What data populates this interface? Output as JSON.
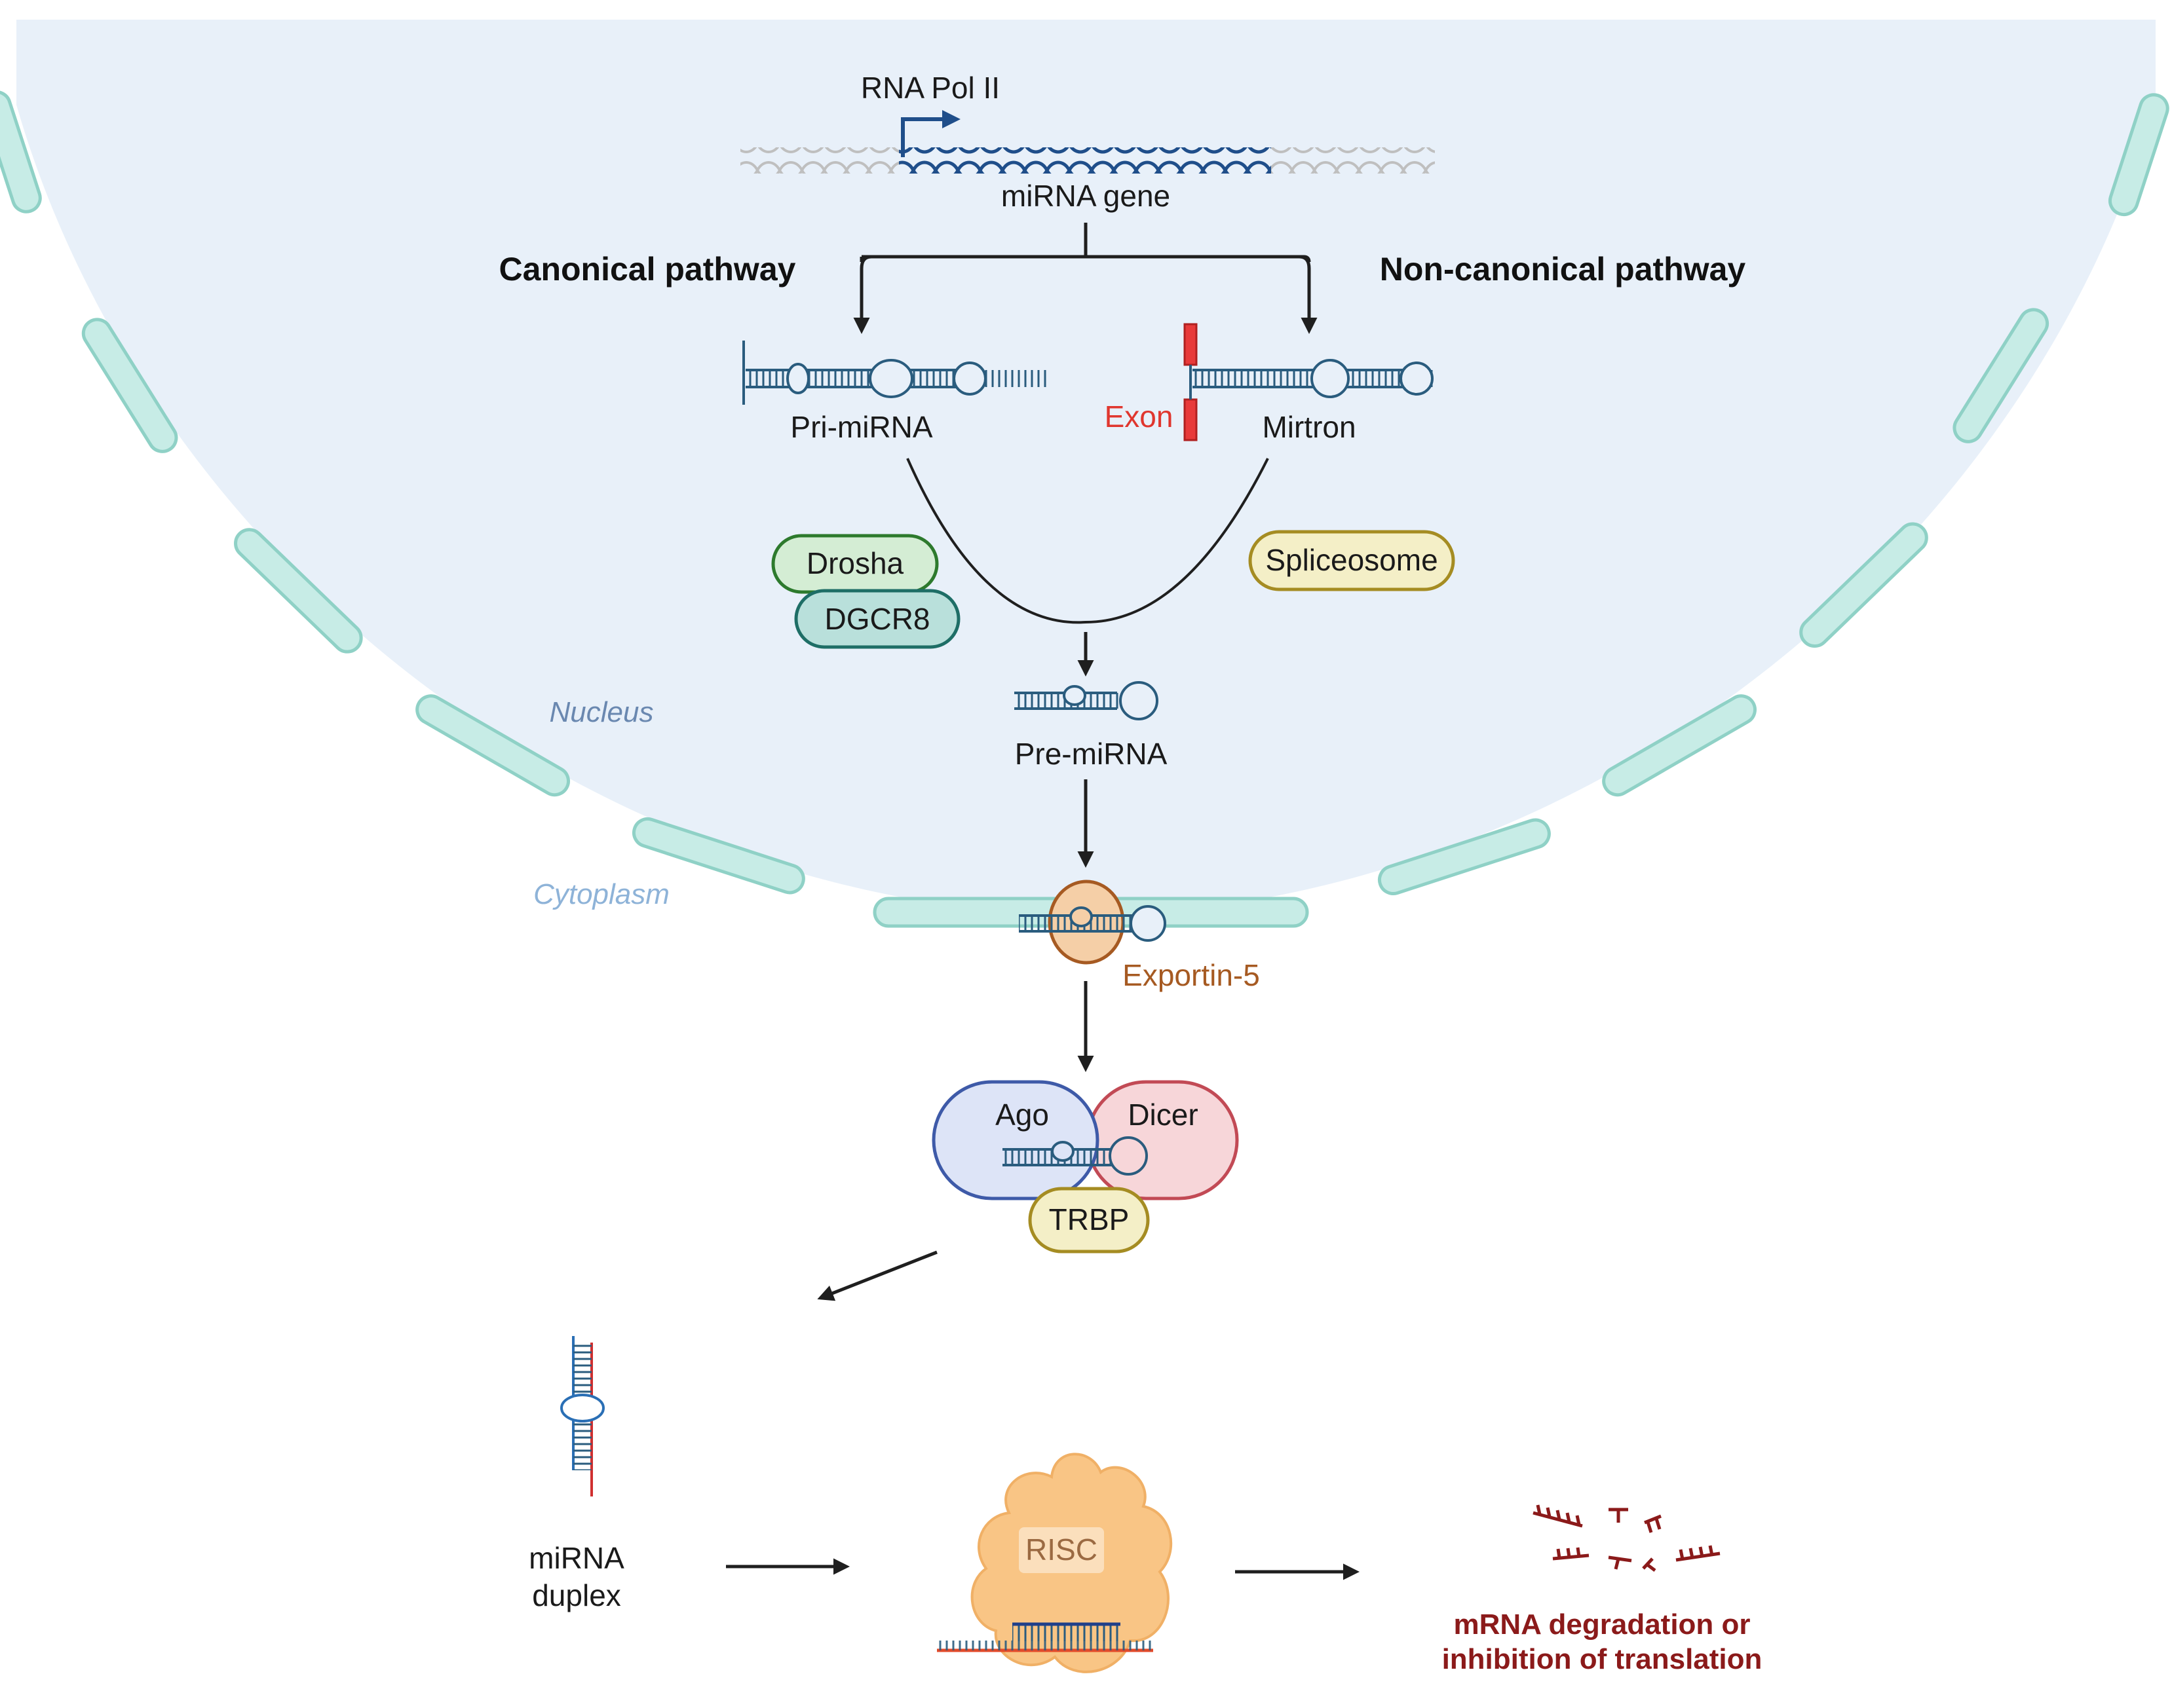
{
  "colors": {
    "nucleus_fill": "#e8f0f9",
    "membrane": "#c7ece6",
    "membrane_stroke": "#8fd1c6",
    "rna": "#2a5c7e",
    "arrow": "#1f1f1f",
    "exon": "#e83a3a",
    "exon_text": "#e0362e",
    "exportin": "#a65a22",
    "degradation": "#8b1a1a"
  },
  "labels": {
    "rna_pol": "RNA Pol II",
    "mirna_gene": "miRNA gene",
    "canonical": "Canonical pathway",
    "non_canonical": "Non-canonical pathway",
    "pri_mirna": "Pri-miRNA",
    "exon": "Exon",
    "mirtron": "Mirtron",
    "drosha": "Drosha",
    "dgcr8": "DGCR8",
    "spliceosome": "Spliceosome",
    "nucleus": "Nucleus",
    "pre_mirna": "Pre-miRNA",
    "cytoplasm": "Cytoplasm",
    "exportin": "Exportin-5",
    "ago": "Ago",
    "dicer": "Dicer",
    "trbp": "TRBP",
    "duplex_line1": "miRNA",
    "duplex_line2": "duplex",
    "risc": "RISC",
    "outcome_line1": "mRNA degradation or",
    "outcome_line2": "inhibition of translation"
  }
}
